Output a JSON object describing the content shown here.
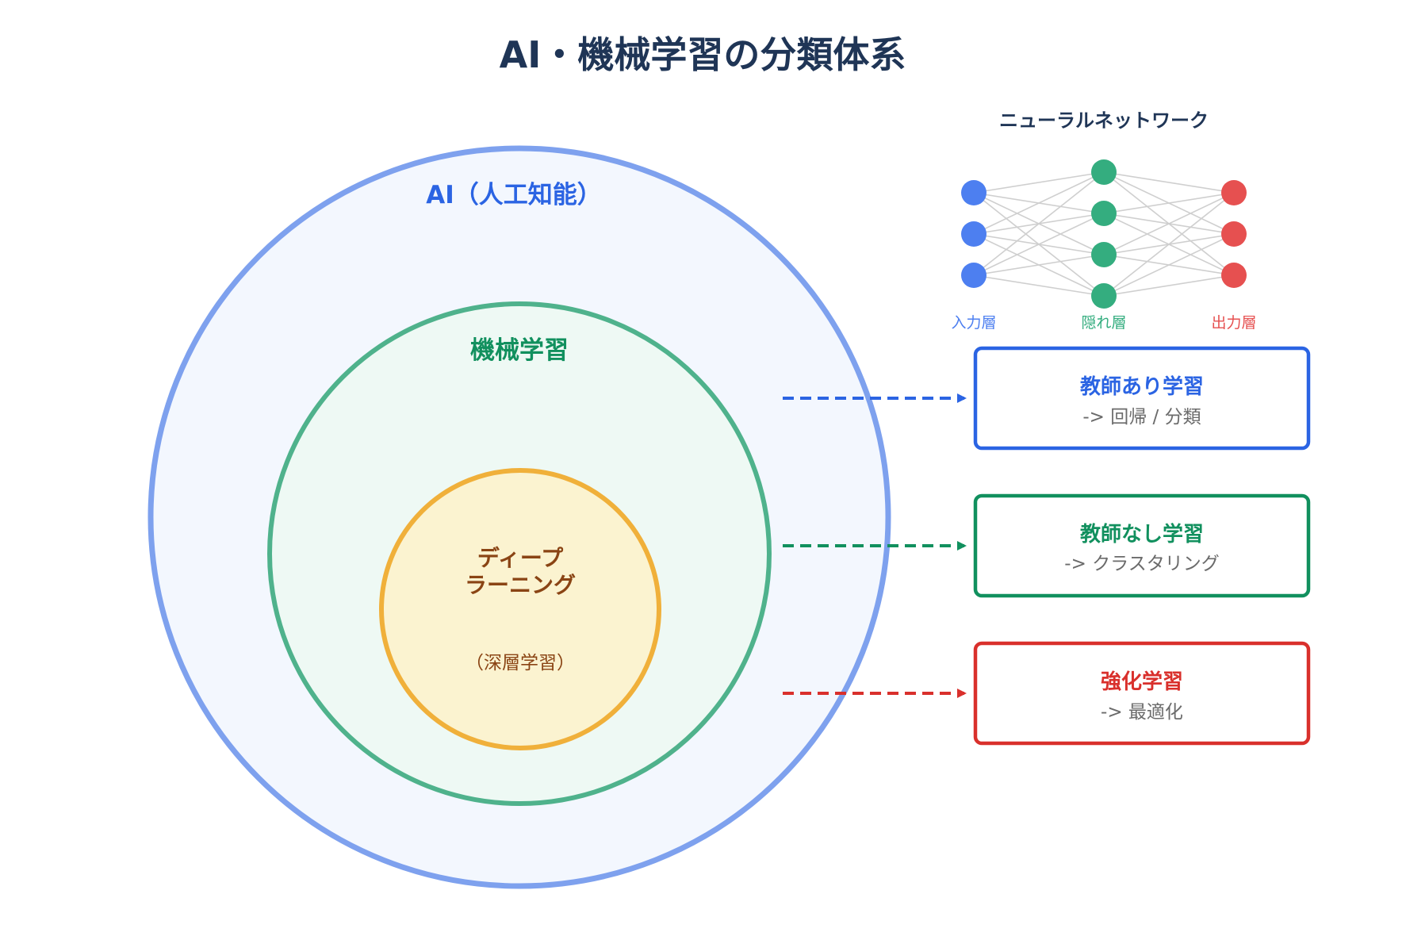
{
  "title": "AI・機械学習の分類体系",
  "colors": {
    "title": "#1f3556",
    "ai": "#2b64e3",
    "ai_stroke": "#7ea1ee",
    "ai_fill": "#f3f7fe",
    "ml": "#11905e",
    "ml_stroke": "#4fb28c",
    "ml_fill": "#eef9f4",
    "dl": "#8a4414",
    "dl_stroke": "#f0b03a",
    "dl_fill": "#fbf3d0",
    "input_node": "#4d7ff0",
    "hidden_node": "#34ad7f",
    "output_node": "#e65050",
    "nn_line": "#cfcfcf",
    "layer_input": "#4d7ff0",
    "layer_hidden": "#34ad7f",
    "layer_output": "#e65050",
    "supervised": "#2b64e3",
    "unsupervised": "#11905e",
    "reinforcement": "#d9302c",
    "sub_text": "#6b6b6b"
  },
  "circles": {
    "ai": {
      "label": "AI（人工知能）"
    },
    "ml": {
      "label": "機械学習"
    },
    "dl": {
      "label_line1": "ディープ",
      "label_line2": "ラーニング",
      "sublabel": "（深層学習）"
    }
  },
  "neural_network": {
    "title": "ニューラルネットワーク",
    "layers": [
      {
        "label": "入力層",
        "nodes": 3
      },
      {
        "label": "隠れ層",
        "nodes": 4
      },
      {
        "label": "出力層",
        "nodes": 3
      }
    ]
  },
  "learning_types": [
    {
      "title": "教師あり学習",
      "subtitle": "-> 回帰 / 分類"
    },
    {
      "title": "教師なし学習",
      "subtitle": "-> クラスタリング"
    },
    {
      "title": "強化学習",
      "subtitle": "-> 最適化"
    }
  ]
}
